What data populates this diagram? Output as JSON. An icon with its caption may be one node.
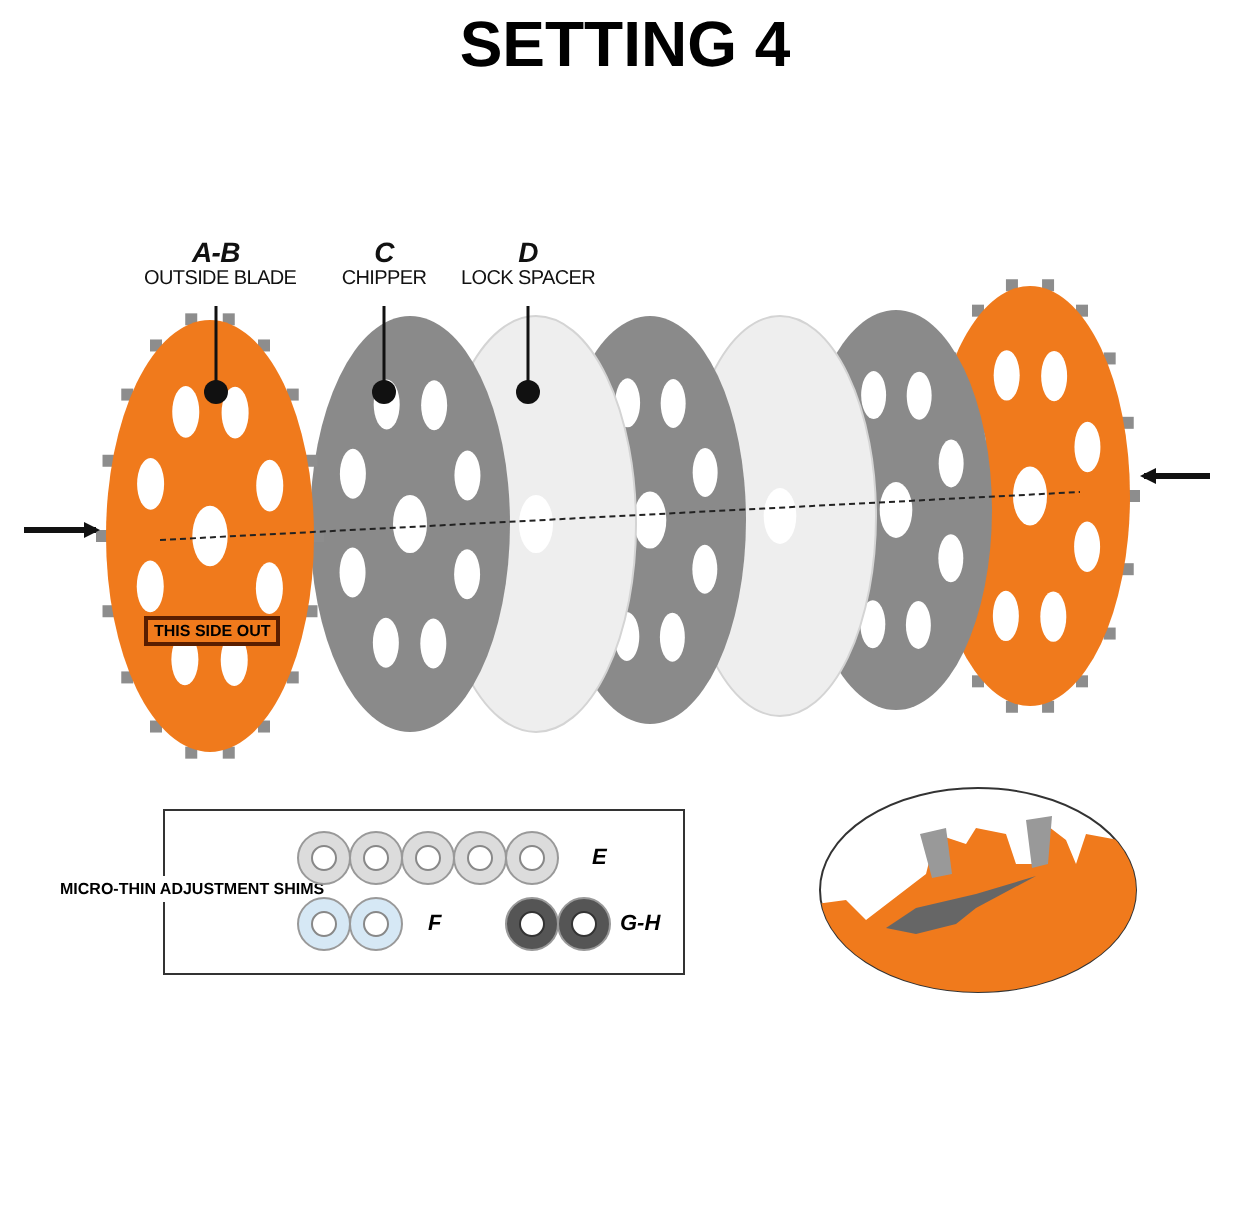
{
  "diagram": {
    "title": "SETTING 4",
    "nodes": [
      {
        "text": [
          "A-B",
          "OUTSIDE BLADE"
        ]
      },
      {
        "text": [
          "C",
          "CHIPPER"
        ]
      },
      {
        "text": [
          "D",
          "LOCK SPACER"
        ]
      },
      {
        "text": [],
        "shape": "picture"
      },
      {
        "text": [
          "THIS SIDE OUT"
        ],
        "in": 3
      },
      {
        "text": [],
        "shape": "picture"
      },
      {
        "text": [],
        "shape": "picture"
      },
      {
        "text": [],
        "shape": "picture"
      },
      {
        "text": [],
        "shape": "picture"
      },
      {
        "text": [],
        "shape": "picture"
      },
      {
        "text": [],
        "shape": "picture"
      },
      {
        "text": [
          "MICRO-THIN ADJUSTMENT SHIMS"
        ]
      },
      {
        "text": [],
        "shape": "picture"
      }
    ],
    "edges": [
      {
        "from": 0,
        "to": 3,
        "arrow": "other"
      },
      {
        "from": 1,
        "to": 5,
        "arrow": "other"
      },
      {
        "from": 2,
        "to": 6,
        "arrow": "other"
      }
    ],
    "labels": [
      "E",
      "F",
      "G-H"
    ]
  }
}
